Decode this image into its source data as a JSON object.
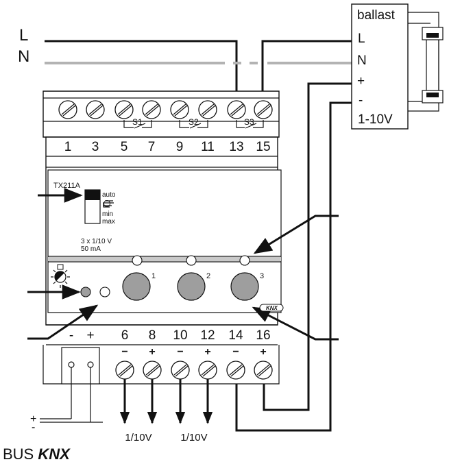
{
  "lines": {
    "l": "L",
    "n": "N"
  },
  "ballast": {
    "title": "ballast",
    "terminals": [
      "L",
      "N",
      "+",
      "-",
      "1-10V"
    ]
  },
  "top_terminals": [
    "1",
    "3",
    "5",
    "7",
    "9",
    "11",
    "13",
    "15"
  ],
  "switches": [
    "S1",
    "S2",
    "S3"
  ],
  "device": {
    "model": "TX211A",
    "modes": [
      "auto",
      "min",
      "max"
    ],
    "rating_line1": "3 x 1/10 V",
    "rating_line2": "50 mA",
    "buttons": [
      "1",
      "2",
      "3"
    ],
    "logo": "KNX"
  },
  "bottom_terminals": [
    "-",
    "+",
    "6",
    "8",
    "10",
    "12",
    "14",
    "16"
  ],
  "bottom_polarity": [
    "−",
    "+",
    "−",
    "+",
    "−",
    "+"
  ],
  "outputs": [
    "1/10V",
    "1/10V"
  ],
  "bus": {
    "plus": "+",
    "minus": "-",
    "label_prefix": "BUS ",
    "label_brand": "KNX"
  },
  "colors": {
    "line": "#111111",
    "neutral": "#b3b3b3",
    "button": "#9e9e9e"
  },
  "icons": [
    "screw-terminal-icon",
    "fluorescent-tube-icon",
    "hand-icon",
    "brightness-sensor-icon",
    "knx-logo-icon"
  ]
}
